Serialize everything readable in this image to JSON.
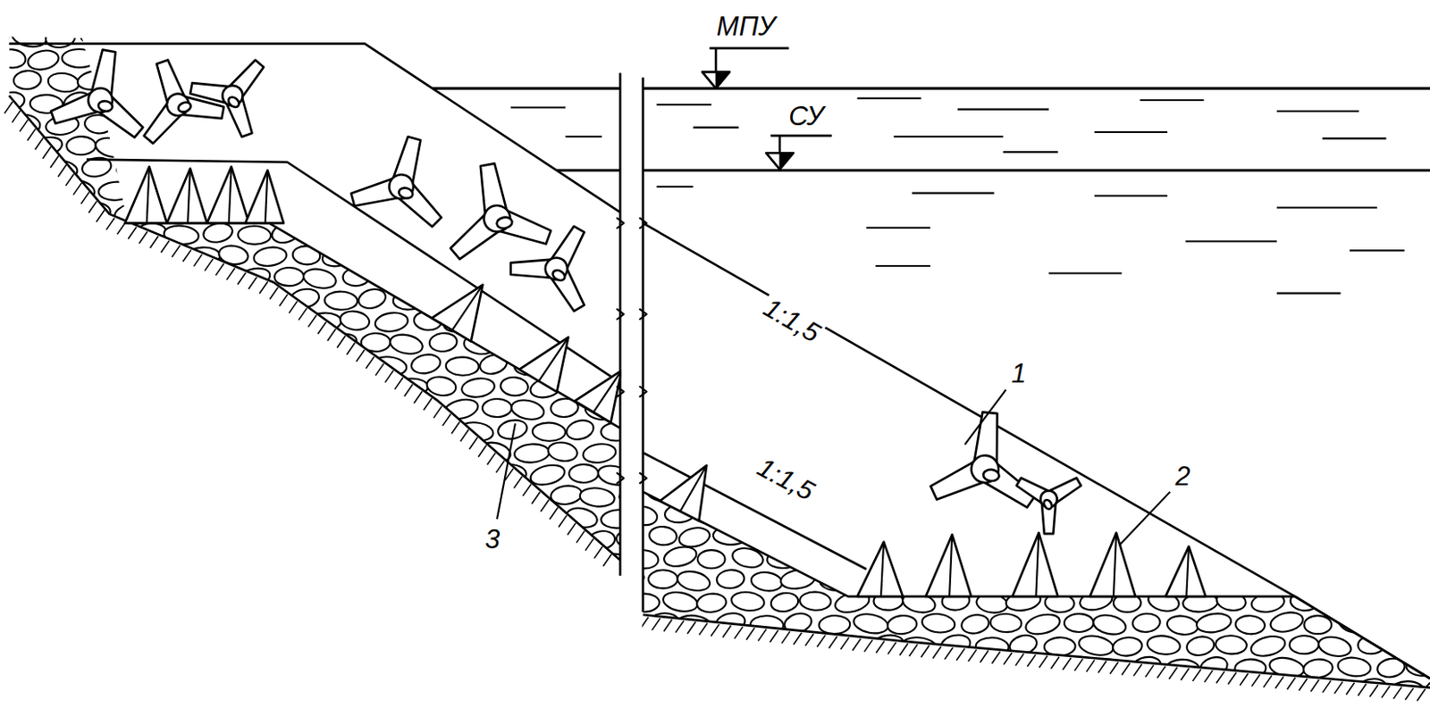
{
  "diagram": {
    "labels": [
      "МПУ",
      "СУ",
      "1:1,5",
      "1:1,5",
      "1",
      "2",
      "3"
    ]
  }
}
